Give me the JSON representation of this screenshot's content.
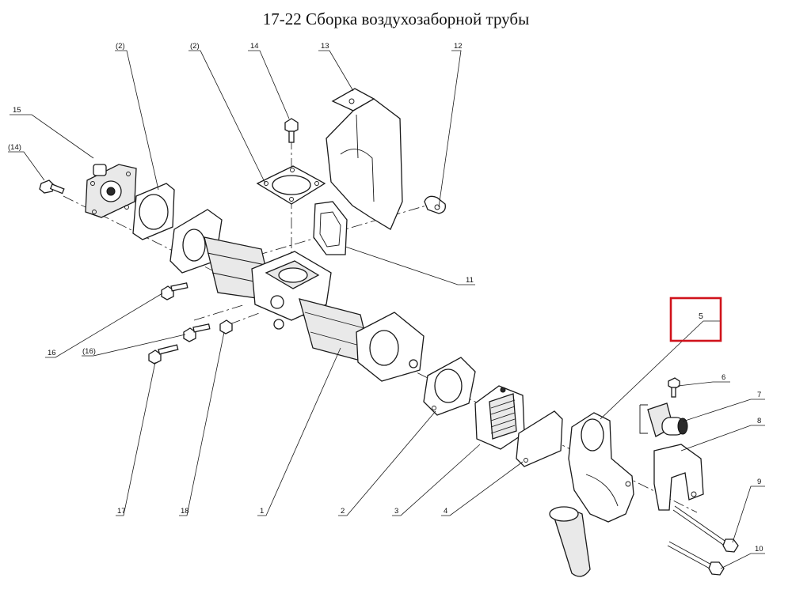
{
  "title": "17-22 Сборка воздухозаборной трубы",
  "callouts": [
    {
      "id": "c15",
      "text": "15"
    },
    {
      "id": "c14p",
      "text": "(14)"
    },
    {
      "id": "c2a",
      "text": "(2)"
    },
    {
      "id": "c2b",
      "text": "(2)"
    },
    {
      "id": "c14",
      "text": "14"
    },
    {
      "id": "c13",
      "text": "13"
    },
    {
      "id": "c12",
      "text": "12"
    },
    {
      "id": "c11",
      "text": "11"
    },
    {
      "id": "c5",
      "text": "5"
    },
    {
      "id": "c6",
      "text": "6"
    },
    {
      "id": "c7",
      "text": "7"
    },
    {
      "id": "c8",
      "text": "8"
    },
    {
      "id": "c9",
      "text": "9"
    },
    {
      "id": "c10",
      "text": "10"
    },
    {
      "id": "c16",
      "text": "16"
    },
    {
      "id": "c16p",
      "text": "(16)"
    },
    {
      "id": "c17",
      "text": "17"
    },
    {
      "id": "c18",
      "text": "18"
    },
    {
      "id": "c1",
      "text": "1"
    },
    {
      "id": "c2",
      "text": "2"
    },
    {
      "id": "c3",
      "text": "3"
    },
    {
      "id": "c4",
      "text": "4"
    }
  ],
  "highlight": {
    "callout": "5",
    "color": "#d0121b"
  },
  "parts": {
    "bolt_icon": "bolt-icon",
    "gasket_icon": "gasket-icon",
    "bracket_icon": "bracket-icon",
    "pipe_icon": "pipe-icon",
    "valve_icon": "valve-icon",
    "cooler_icon": "cooler-icon",
    "elbow_icon": "elbow-icon",
    "flange_icon": "flange-icon",
    "clamp_icon": "clamp-icon"
  }
}
